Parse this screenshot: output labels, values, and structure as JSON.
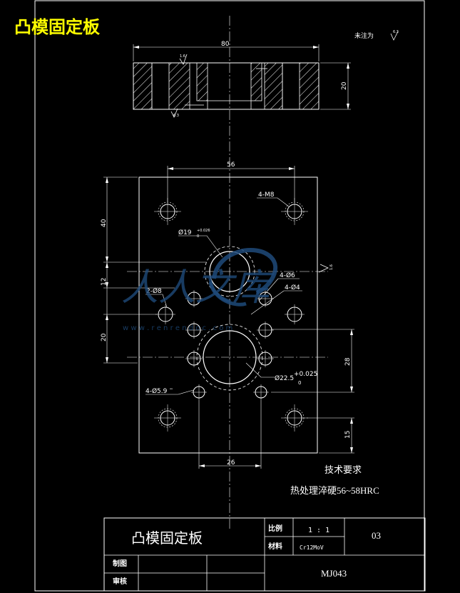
{
  "header": {
    "part_name": "凸模固定板",
    "unmarked_roughness_label": "未注为",
    "unmarked_roughness_value": "6.3"
  },
  "section_view": {
    "width_dim": "80",
    "height_dim": "20",
    "roughness_top": "1.6",
    "roughness_bottom": "6.3"
  },
  "plan_view": {
    "dim_top": "56",
    "dim_bottom": "26",
    "dim_left_upper": "40",
    "dim_left_mid": "12",
    "dim_left_lower": "20",
    "dim_right_mid": "28",
    "dim_right_lower": "15",
    "note_4m8": "4-M8",
    "note_phi19": "Ø19",
    "note_phi19_tol_upper": "+0.026",
    "note_phi19_tol_lower": "0",
    "note_4phi6": "4-Ø6",
    "note_4phi4": "4-Ø4",
    "note_2phi8": "2-Ø8",
    "note_phi22": "Ø22.5",
    "note_phi22_tol_upper": "+0.025",
    "note_phi22_tol_lower": "0",
    "note_4phi59": "4-Ø5.9",
    "note_4phi59_suffix": "ᵃᵃ",
    "roughness_right": "1.6"
  },
  "technical_requirements": {
    "heading": "技术要求",
    "line1": "热处理淬硬56~58HRC"
  },
  "watermark": {
    "text": "人人文库",
    "url": "w w w . r e n r e n d o c . c o m"
  },
  "title_block": {
    "part_name": "凸模固定板",
    "scale_label": "比例",
    "scale_value": "1 : 1",
    "material_label": "材料",
    "material_value": "Cr12MoV",
    "drawn_label": "制图",
    "checked_label": "审核",
    "sheet_no": "03",
    "drawing_no": "MJ043"
  }
}
